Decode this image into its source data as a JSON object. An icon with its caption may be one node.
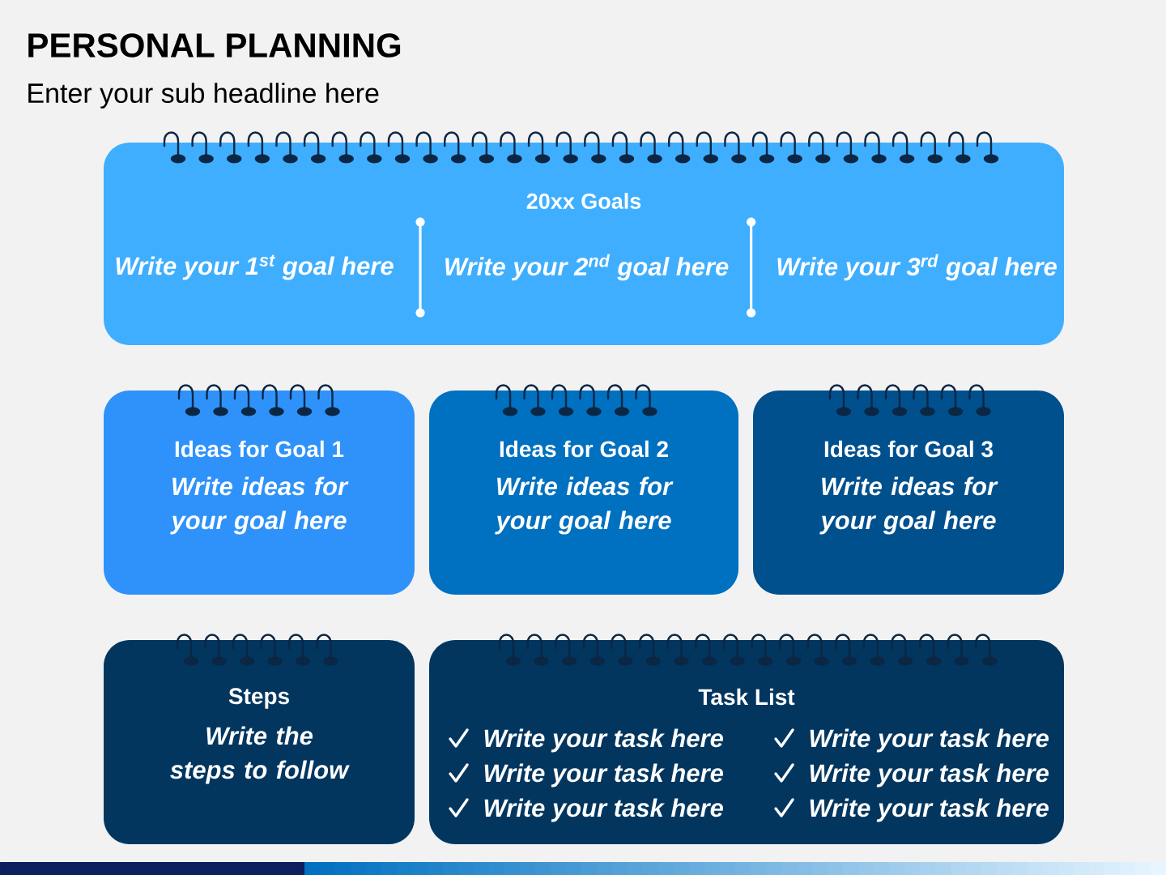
{
  "diagram": {
    "title": "PERSONAL PLANNING",
    "nodes": [
      {
        "text": [
          "20xx Goals",
          "Write your 1$^{st}$ goal here",
          "Write your 2$^{nd}$ goal here",
          "Write your 3$^{rd}$ goal here"
        ]
      },
      {
        "text": [
          "Ideas for Goal 1",
          "Write ideas for your goal here"
        ]
      },
      {
        "text": [
          "Ideas for Goal 2",
          "Write ideas for your goal here"
        ]
      },
      {
        "text": [
          "Ideas for Goal 3",
          "Write ideas for your goal here"
        ]
      },
      {
        "text": [
          "Steps",
          "Write the steps to follow"
        ]
      },
      {
        "text": [
          "Task List",
          "Write your task here",
          "Write your task here",
          "Write your task here",
          "Write your task here",
          "Write your task here",
          "Write your task here"
        ]
      }
    ],
    "labels": [
      "Enter your sub headline here"
    ]
  }
}
